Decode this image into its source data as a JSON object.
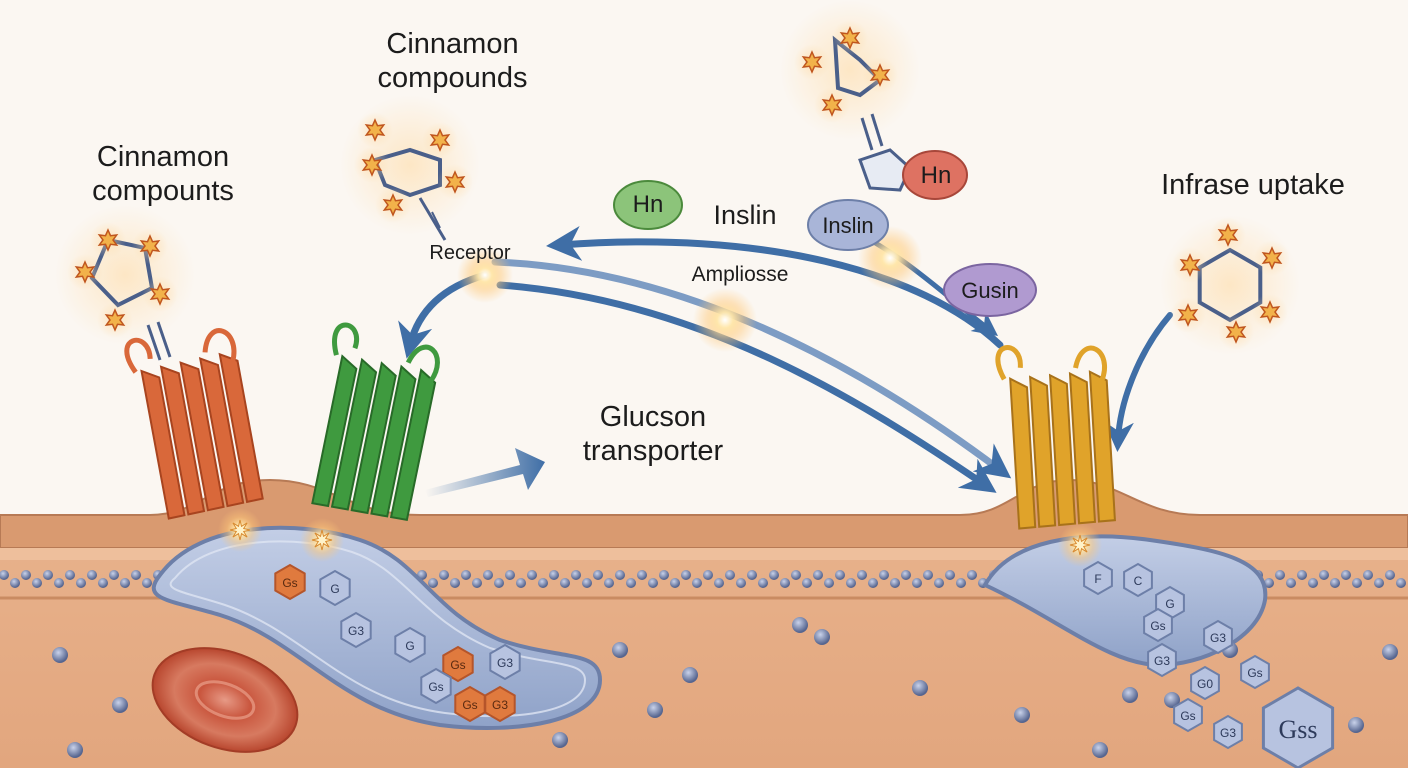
{
  "labels": {
    "cinnamon_left_1": "Cinnamon",
    "cinnamon_left_2": "compounts",
    "cinnamon_top_1": "Cinnamon",
    "cinnamon_top_2": "compounds",
    "receptor": "Receptor",
    "hn_green": "Hn",
    "inslin_text": "Inslin",
    "inslin_bubble": "Inslin",
    "hn_red": "Hn",
    "ampliosse": "Ampliosse",
    "gusin": "Gusin",
    "infrase_uptake": "Infrase uptake",
    "glucson_1": "Glucson",
    "glucson_2": "transporter"
  },
  "vesicle_left": {
    "orange_tags": [
      "Gs",
      "Gs",
      "Gs",
      "G3"
    ],
    "blue_tags": [
      "G",
      "G3",
      "G",
      "G3",
      "Gs"
    ]
  },
  "vesicle_right": {
    "tags": [
      "F",
      "C",
      "G",
      "Gs",
      "G3",
      "G3",
      "G0",
      "Gs",
      "Gs",
      "G3"
    ],
    "big_hex": "Gss"
  },
  "colors": {
    "membrane": "#e0a982",
    "membrane_edge": "#b77a55",
    "cytoplasm": "#e9b48e",
    "vesicle": "#a9b8d6",
    "arrow_blue": "#3f6ea6",
    "receptor_orange": "#d9683a",
    "receptor_green": "#3f9a3f",
    "receptor_gold": "#e0a32a",
    "glow": "#ffcf7a",
    "hn_green": "#8cc47a",
    "inslin_blue": "#a9b5d8",
    "hn_red": "#de7262",
    "gusin_purple": "#b09ad0"
  },
  "icons": [
    "molecule-icon",
    "receptor-icon",
    "vesicle-icon",
    "glucose-hexagon-icon",
    "flow-arrow-icon"
  ]
}
